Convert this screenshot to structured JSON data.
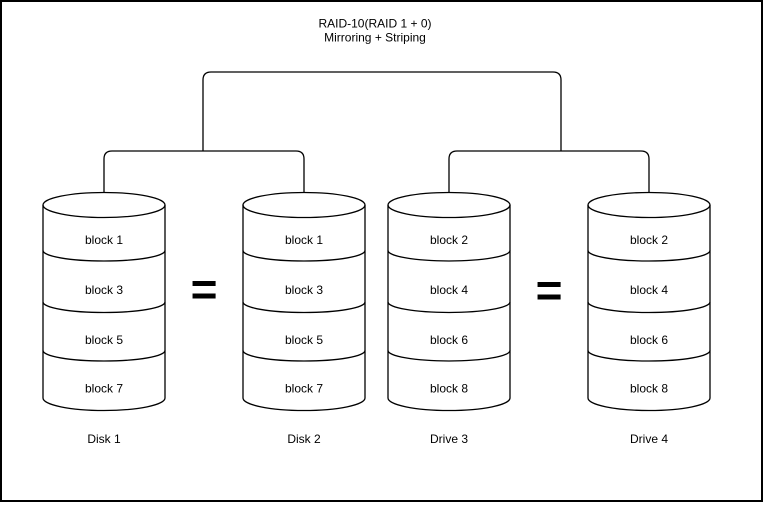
{
  "diagram": {
    "title_line1": "RAID-10(RAID 1 + 0)",
    "title_line2": "Mirroring + Striping",
    "equals_sign": "=",
    "disks": [
      {
        "name": "Disk 1",
        "blocks": [
          "block 1",
          "block 3",
          "block 5",
          "block 7"
        ]
      },
      {
        "name": "Disk 2",
        "blocks": [
          "block 1",
          "block 3",
          "block 5",
          "block 7"
        ]
      },
      {
        "name": "Drive 3",
        "blocks": [
          "block 2",
          "block 4",
          "block 6",
          "block 8"
        ]
      },
      {
        "name": "Drive 4",
        "blocks": [
          "block 2",
          "block 4",
          "block 6",
          "block 8"
        ]
      }
    ],
    "colors": {
      "line": "#000000",
      "background": "#ffffff",
      "text": "#000000"
    }
  }
}
